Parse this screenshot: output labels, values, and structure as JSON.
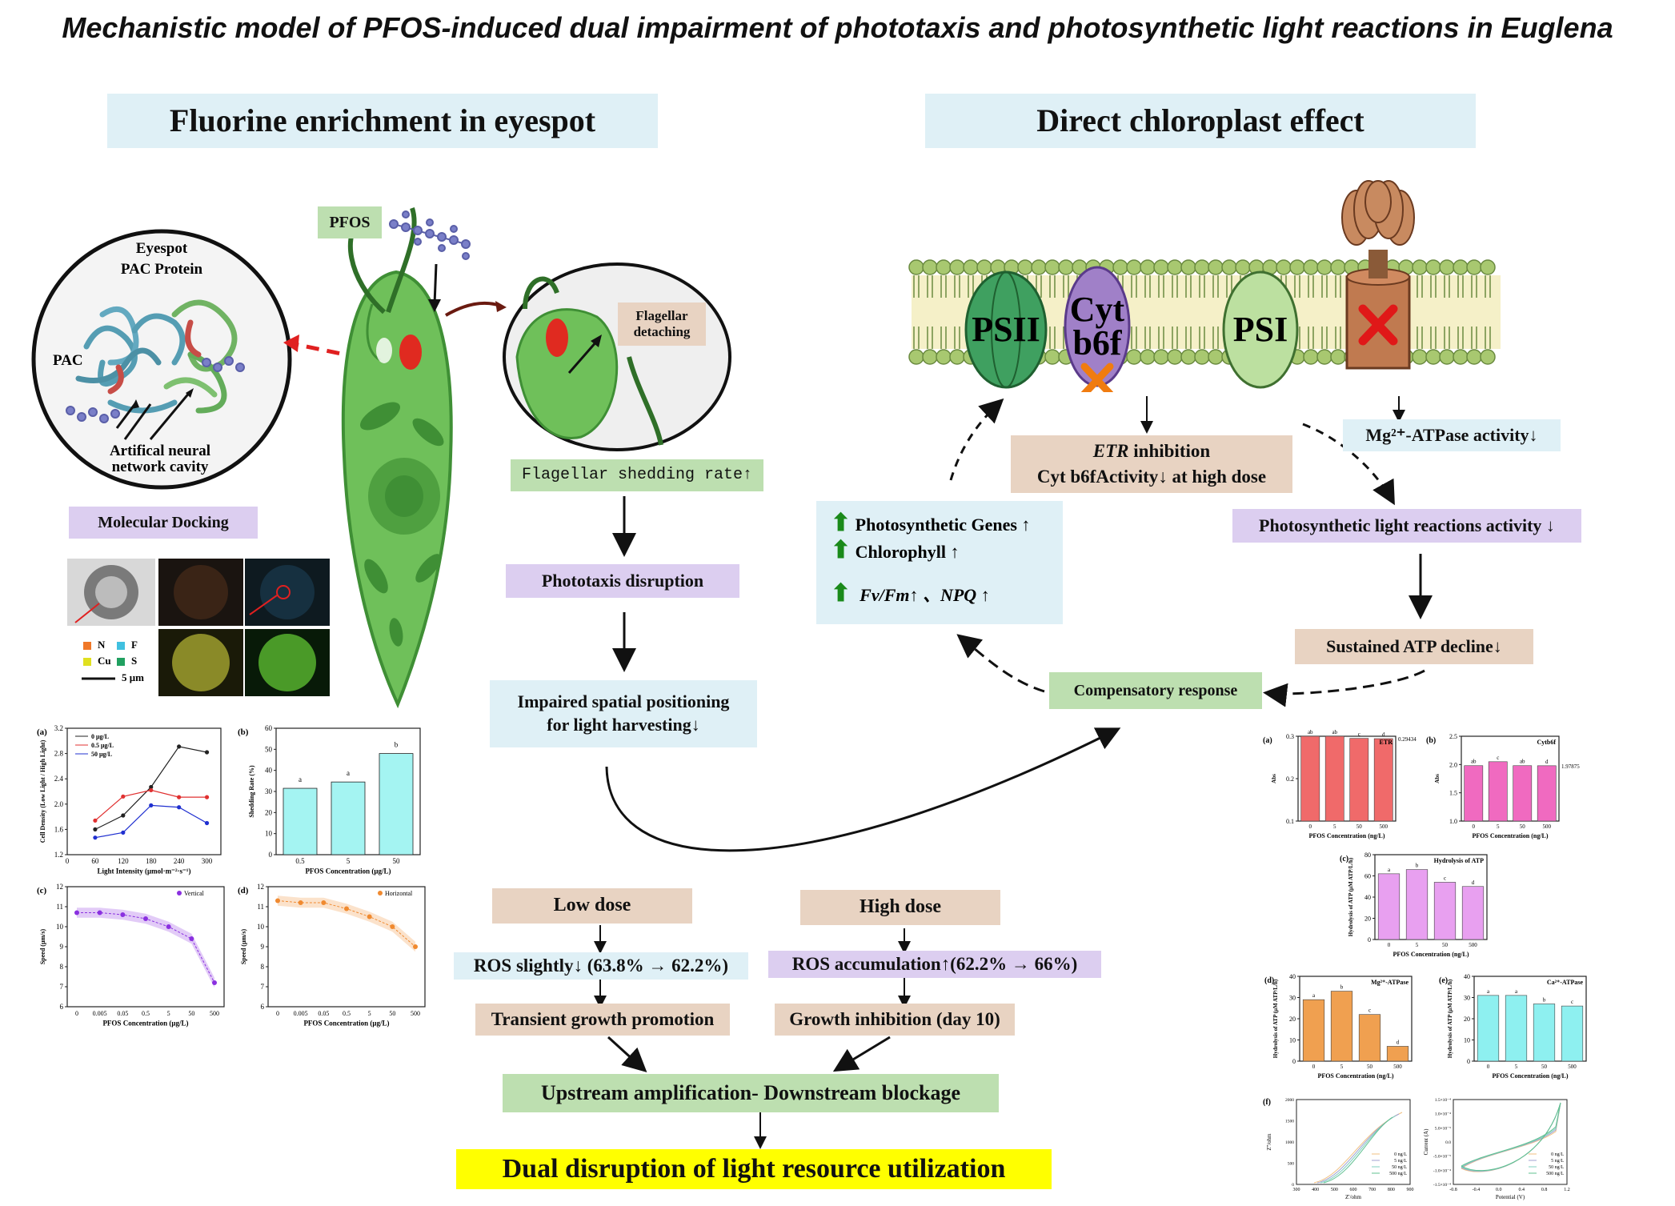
{
  "title": "Mechanistic model of PFOS-induced dual impairment of phototaxis and photosynthetic light reactions in Euglena",
  "left": {
    "header": "Fluorine enrichment in eyespot",
    "eyespot_label": "Eyespot",
    "pac_protein_label": "PAC Protein",
    "pac_label": "PAC",
    "cavity_label_1": "Artifical neural",
    "cavity_label_2": "network cavity",
    "pfos_label": "PFOS",
    "flagellar_detach_1": "Flagellar",
    "flagellar_detach_2": "detaching",
    "docking_label": "Molecular Docking",
    "legend": {
      "n": "N",
      "f": "F",
      "cu": "Cu",
      "s": "S",
      "scale": "5 μm"
    },
    "flow": {
      "shedding": "Flagellar shedding rate↑",
      "phototaxis": "Phototaxis disruption",
      "positioning_1": "Impaired spatial positioning",
      "positioning_2": "for light harvesting↓"
    }
  },
  "right": {
    "header": "Direct chloroplast effect",
    "psii": "PSII",
    "cyt_1": "Cyt",
    "cyt_2": "b6f",
    "psi": "PSI",
    "etr_1a": "ETR",
    "etr_1b": " inhibition",
    "etr_2": "Cyt b6fActivity↓ at high dose",
    "mg_atpase": "Mg²⁺-ATPase activity↓",
    "photo_light": "Photosynthetic light reactions activity ↓",
    "genes": "Photosynthetic Genes ↑",
    "chlorophyll": "Chlorophyll ↑",
    "fvfm": "Fv/Fm↑ 、NPQ ↑",
    "atp_decline": "Sustained ATP decline↓",
    "compensatory": "Compensatory response"
  },
  "bottom": {
    "low_dose": "Low dose",
    "high_dose": "High dose",
    "ros_low": "ROS slightly↓ (63.8% → 62.2%)",
    "ros_high": "ROS accumulation↑(62.2% → 66%)",
    "growth_promo": "Transient growth promotion",
    "growth_inhib": "Growth inhibition (day 10)",
    "upstream": "Upstream amplification- Downstream blockage",
    "dual": "Dual disruption of light resource utilization"
  },
  "chart_data": [
    {
      "type": "line",
      "panel": "(a)",
      "x": [
        60,
        120,
        180,
        240,
        300
      ],
      "xlabel": "Light Intensity (μmol·m⁻²·s⁻¹)",
      "ylabel": "Cell Density (Low Light / High Light)",
      "ylim": [
        1.2,
        3.2
      ],
      "yticks": [
        "1.2",
        "1.6",
        "2.0",
        "2.4",
        "2.8",
        "3.2"
      ],
      "series": [
        {
          "name": "0 μg/L",
          "color": "#222222",
          "values": [
            1.6,
            1.82,
            2.27,
            2.91,
            2.82
          ]
        },
        {
          "name": "0.5 μg/L",
          "color": "#e03030",
          "values": [
            1.74,
            2.12,
            2.22,
            2.11,
            2.11
          ]
        },
        {
          "name": "50 μg/L",
          "color": "#2030d0",
          "values": [
            1.47,
            1.55,
            1.98,
            1.95,
            1.7
          ]
        }
      ]
    },
    {
      "type": "bar",
      "panel": "(b)",
      "categories": [
        "0.5",
        "5",
        "50"
      ],
      "values": [
        31.5,
        34.5,
        48
      ],
      "labels": [
        "a",
        "a",
        "b"
      ],
      "xlabel": "PFOS Concentration (μg/L)",
      "ylabel": "Shedding Rate (%)",
      "ylim": [
        0,
        60
      ],
      "yticks": [
        "0",
        "10",
        "20",
        "30",
        "40",
        "50",
        "60"
      ]
    },
    {
      "type": "line",
      "panel": "(c)",
      "categories": [
        "0",
        "0.005",
        "0.05",
        "0.5",
        "5",
        "50",
        "500"
      ],
      "values": [
        10.7,
        10.7,
        10.6,
        10.4,
        10.0,
        9.4,
        7.2
      ],
      "series_name": "Vertical",
      "xlabel": "PFOS Concentration (μg/L)",
      "ylabel": "Speed (μm/s)",
      "ylim": [
        6,
        12
      ],
      "yticks": [
        "6",
        "7",
        "8",
        "9",
        "10",
        "11",
        "12"
      ]
    },
    {
      "type": "line",
      "panel": "(d)",
      "categories": [
        "0",
        "0.005",
        "0.05",
        "0.5",
        "5",
        "50",
        "500"
      ],
      "values": [
        11.3,
        11.2,
        11.2,
        10.9,
        10.5,
        10.0,
        9.0
      ],
      "series_name": "Horizontal",
      "xlabel": "PFOS Concentration (μg/L)",
      "ylabel": "Speed (μm/s)",
      "ylim": [
        6,
        12
      ],
      "yticks": [
        "6",
        "7",
        "8",
        "9",
        "10",
        "11",
        "12"
      ]
    },
    {
      "type": "bar",
      "panel": "(a)",
      "title": "ETR",
      "categories": [
        "0",
        "5",
        "50",
        "500"
      ],
      "values": [
        0.3,
        0.3,
        0.295,
        0.29434
      ],
      "labels": [
        "ab",
        "ab",
        "c",
        "d"
      ],
      "annotation": "0.29434",
      "xlabel": "PFOS Concentration (ng/L)",
      "ylabel": "Abs",
      "ylim": [
        0.1,
        0.3
      ],
      "yticks": [
        "0.1",
        "0.2",
        "0.3"
      ],
      "color": "#f06a6a"
    },
    {
      "type": "bar",
      "panel": "(b)",
      "title": "Cytb6f",
      "categories": [
        "0",
        "5",
        "50",
        "500"
      ],
      "values": [
        1.98,
        2.05,
        1.98,
        1.97875
      ],
      "labels": [
        "ab",
        "c",
        "ab",
        "d"
      ],
      "annotation": "1.97875",
      "xlabel": "PFOS Concentration (ng/L)",
      "ylabel": "Abs",
      "ylim": [
        1.0,
        2.5
      ],
      "yticks": [
        "1.0",
        "1.5",
        "2.0",
        "2.5"
      ],
      "color": "#f06ac0"
    },
    {
      "type": "bar",
      "panel": "(c)",
      "title": "Hydrolysis of ATP",
      "categories": [
        "0",
        "5",
        "50",
        "500"
      ],
      "values": [
        62,
        66,
        54,
        50
      ],
      "labels": [
        "a",
        "b",
        "c",
        "d"
      ],
      "xlabel": "PFOS Concentration (ng/L)",
      "ylabel": "Hydrolysis of ATP (μM ATP/L/h)",
      "ylim": [
        0,
        80
      ],
      "yticks": [
        "0",
        "20",
        "40",
        "60",
        "80"
      ],
      "color": "#e8a0f0"
    },
    {
      "type": "bar",
      "panel": "(d)",
      "title": "Mg²⁺-ATPase",
      "categories": [
        "0",
        "5",
        "50",
        "500"
      ],
      "values": [
        29,
        33,
        22,
        7
      ],
      "labels": [
        "a",
        "b",
        "c",
        "d"
      ],
      "xlabel": "PFOS Concentration (ng/L)",
      "ylabel": "Hydrolysis of ATP (μM ATP/L/h)",
      "ylim": [
        0,
        40
      ],
      "yticks": [
        "0",
        "10",
        "20",
        "30",
        "40"
      ],
      "color": "#f0a050"
    },
    {
      "type": "bar",
      "panel": "(e)",
      "title": "Ca²⁺-ATPase",
      "categories": [
        "0",
        "5",
        "50",
        "500"
      ],
      "values": [
        31,
        31,
        27,
        26
      ],
      "labels": [
        "a",
        "a",
        "b",
        "c"
      ],
      "xlabel": "PFOS Concentration (ng/L)",
      "ylabel": "Hydrolysis of ATP (μM ATP/L/h)",
      "ylim": [
        0,
        40
      ],
      "yticks": [
        "0",
        "10",
        "20",
        "30",
        "40"
      ],
      "color": "#8ef0f0"
    },
    {
      "type": "line",
      "panel": "(f)",
      "xlabel": "Z'/ohm",
      "ylabel": "Z''/ohm",
      "xticks": [
        "300",
        "400",
        "500",
        "600",
        "700",
        "800",
        "900"
      ],
      "yticks": [
        "0",
        "500",
        "1000",
        "1500",
        "2000"
      ],
      "legend": [
        "0 ng/L",
        "5 ng/L",
        "50 ng/L",
        "500 ng/L"
      ]
    },
    {
      "type": "line",
      "panel": "(f2)",
      "xlabel": "Potential (V)",
      "ylabel": "Current (A)",
      "xticks": [
        "-0.8",
        "-0.4",
        "0.0",
        "0.4",
        "0.8",
        "1.2"
      ],
      "yticks": [
        "-1.5×10⁻⁴",
        "-1.0×10⁻⁴",
        "-5.0×10⁻⁵",
        "0.0",
        "5.0×10⁻⁵",
        "1.0×10⁻⁴",
        "1.5×10⁻⁴"
      ],
      "legend": [
        "0 ng/L",
        "5 ng/L",
        "50 ng/L",
        "500 ng/L"
      ]
    }
  ]
}
